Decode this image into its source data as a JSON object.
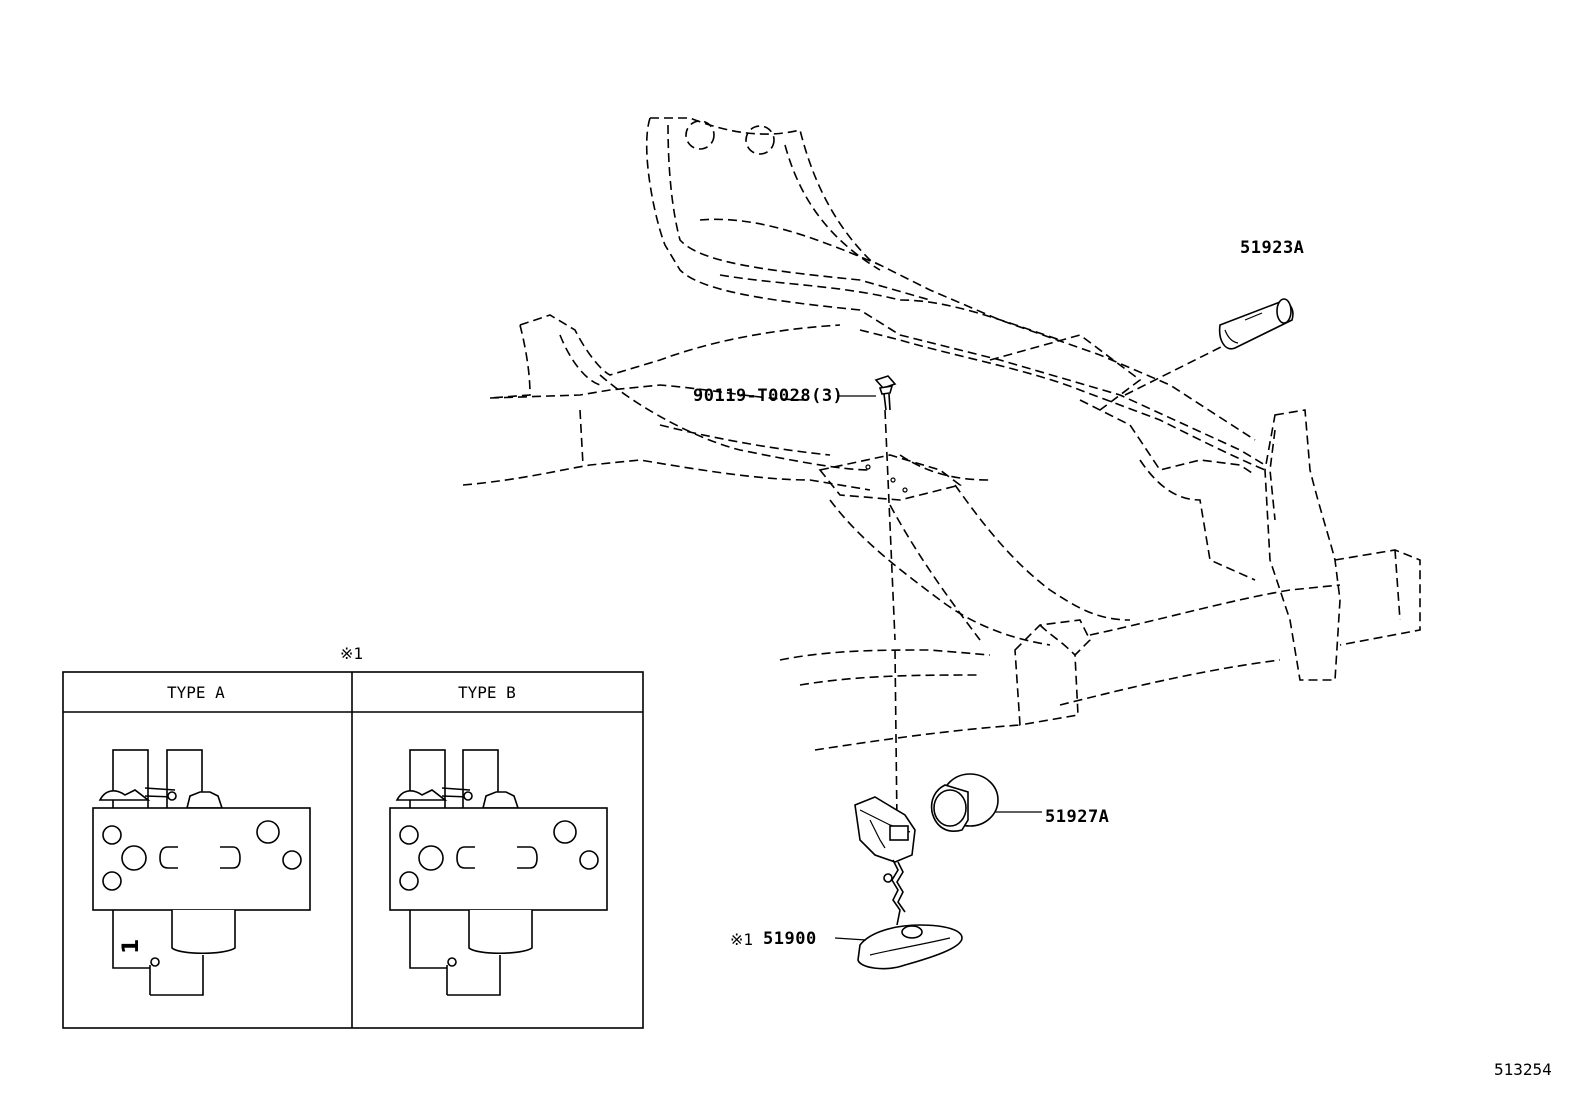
{
  "callouts": {
    "part_51923a": "51923A",
    "part_bolt": "90119-T0028(3)",
    "part_51927a": "51927A",
    "part_51900_mark": "※1",
    "part_51900": "51900"
  },
  "inset": {
    "note_mark": "※1",
    "type_a": {
      "title": "TYPE  A",
      "marker": "1"
    },
    "type_b": {
      "title": "TYPE  B"
    }
  },
  "illustration_number": "513254"
}
